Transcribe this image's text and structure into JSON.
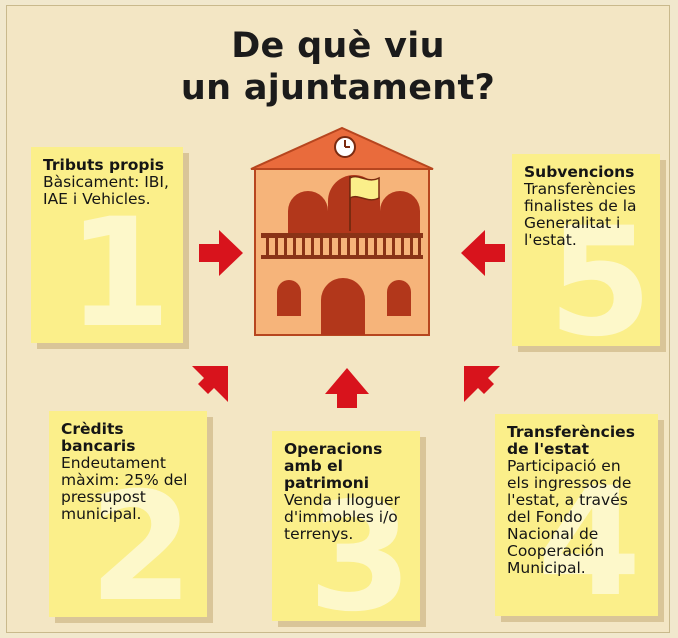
{
  "title_line1": "De què viu",
  "title_line2": "un ajuntament?",
  "colors": {
    "card": "#fbef8a",
    "arrow": "#d8131c",
    "roof": "#e96b3c",
    "building": "#f6b47a"
  },
  "icons": [
    "town-hall-icon",
    "arrow-right-icon",
    "arrow-left-icon",
    "arrow-up-icon",
    "arrow-up-right-icon",
    "arrow-up-left-icon",
    "clock-icon",
    "flag-icon"
  ],
  "cards": [
    {
      "heading": "Tributs propis",
      "body": "Bàsicament: IBI,\nIAE i Vehicles.",
      "number": "1"
    },
    {
      "heading": "Subvencions",
      "body": "Transferències\nfinalistes de la\nGeneralitat i\nl'estat.",
      "number": "5"
    },
    {
      "heading": "Crèdits\nbancaris",
      "body": "Endeutament\nmàxim: 25% del\npressupost\nmunicipal.",
      "number": "2"
    },
    {
      "heading": "Operacions\namb el\npatrimoni",
      "body": "Venda i lloguer\nd'immobles i/o\nterrenys.",
      "number": "3"
    },
    {
      "heading": "Transferències\nde l'estat",
      "body": "Participació en\nels ingressos de\nl'estat, a través\ndel Fondo\nNacional de\nCooperación\nMunicipal.",
      "number": "4"
    }
  ]
}
